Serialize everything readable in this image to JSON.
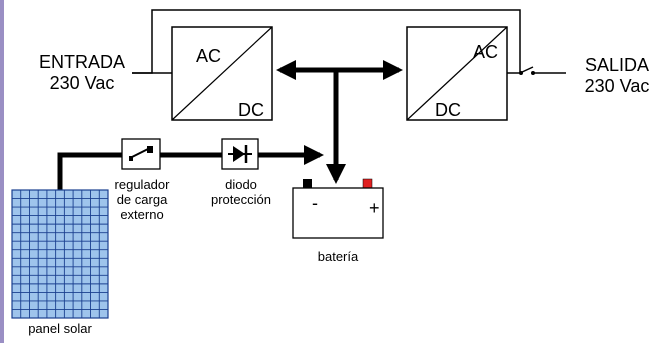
{
  "labels": {
    "entrada": [
      "ENTRADA",
      "230 Vac"
    ],
    "salida": [
      "SALIDA",
      "230 Vac"
    ],
    "inverter1_ac": "AC",
    "inverter1_dc": "DC",
    "inverter2_ac": "AC",
    "inverter2_dc": "DC",
    "regulador": [
      "regulador",
      "de carga",
      "externo"
    ],
    "diodo": [
      "diodo",
      "protección"
    ],
    "bateria": "batería",
    "battery_minus": "-",
    "battery_plus": "+",
    "panel": "panel solar"
  },
  "colors": {
    "line": "#000000",
    "panel_fill": "#9ec4ec",
    "panel_grid": "#1a3f8f",
    "terminal_positive": "#e02020",
    "terminal_negative": "#000000",
    "left_edge": "#9a8fc4"
  }
}
